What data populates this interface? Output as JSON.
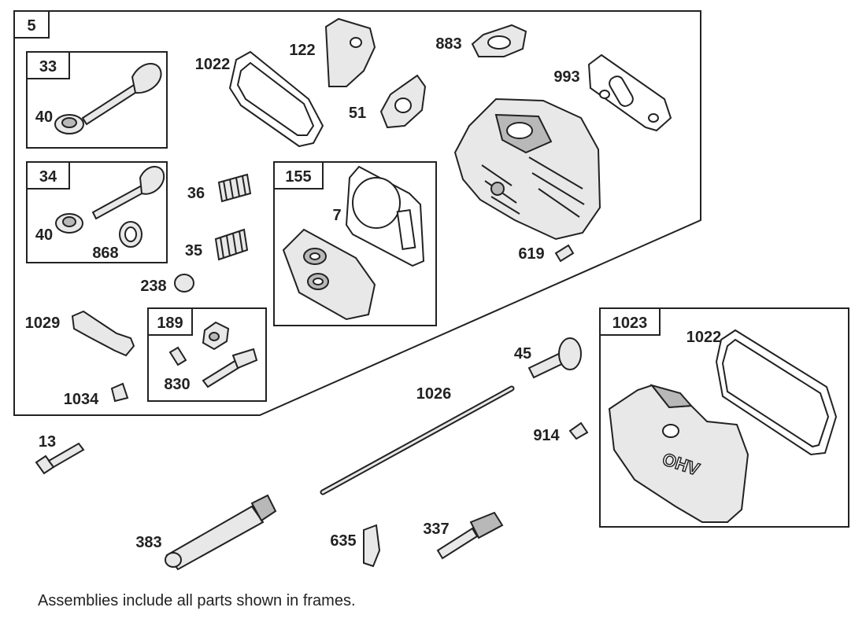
{
  "frames": {
    "main": "5",
    "f33": "33",
    "f34": "34",
    "f155": "155",
    "f189": "189",
    "f1023": "1023"
  },
  "parts": {
    "p40a": "40",
    "p40b": "40",
    "p868": "868",
    "p36": "36",
    "p35": "35",
    "p238": "238",
    "p1029": "1029",
    "p1034": "1034",
    "p830": "830",
    "p7": "7",
    "p1022a": "1022",
    "p122": "122",
    "p51": "51",
    "p883": "883",
    "p993": "993",
    "p619": "619",
    "p45": "45",
    "p1026": "1026",
    "p914": "914",
    "p1022b": "1022",
    "p13": "13",
    "p383": "383",
    "p635": "635",
    "p337": "337"
  },
  "cover_text": "OHV",
  "caption": "Assemblies include all parts shown in frames."
}
